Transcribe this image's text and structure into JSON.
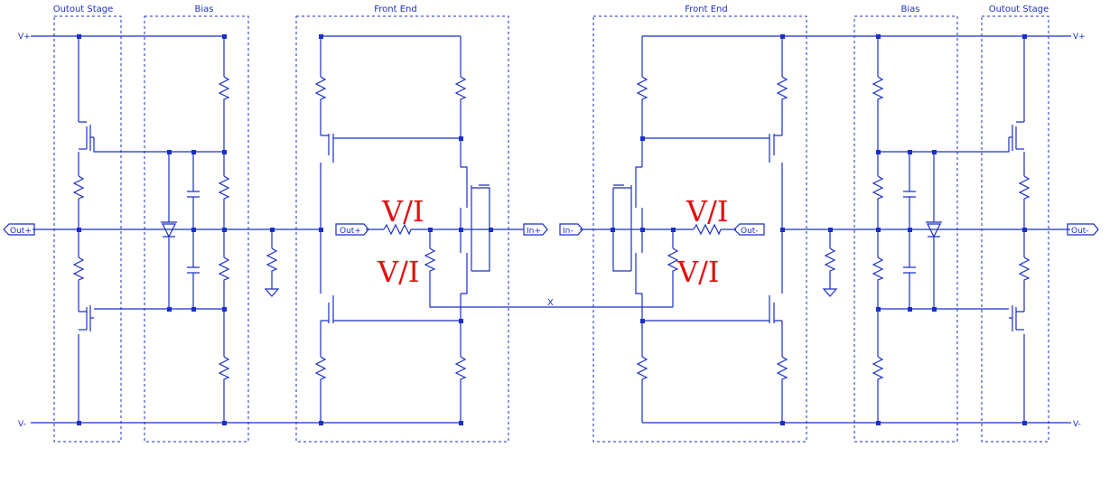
{
  "sections": {
    "left_output": "Outout Stage",
    "left_bias": "Bias",
    "left_front": "Front End",
    "right_front": "Front End",
    "right_bias": "Bias",
    "right_output": "Outout Stage"
  },
  "rails": {
    "vplus": "V+",
    "vminus": "V-"
  },
  "ports": {
    "left_out": "Out+",
    "left_fb": "Out+",
    "left_in": "In+",
    "right_in": "In-",
    "right_fb": "Out-",
    "right_out": "Out-"
  },
  "annotations": {
    "vi_left_top": "V/I",
    "vi_left_bottom": "V/I",
    "vi_right_top": "V/I",
    "vi_right_bottom": "V/I"
  },
  "cross_label": "X",
  "colors": {
    "wire": "#1a2fc4",
    "annotation": "#e01010",
    "background": "#ffffff"
  }
}
